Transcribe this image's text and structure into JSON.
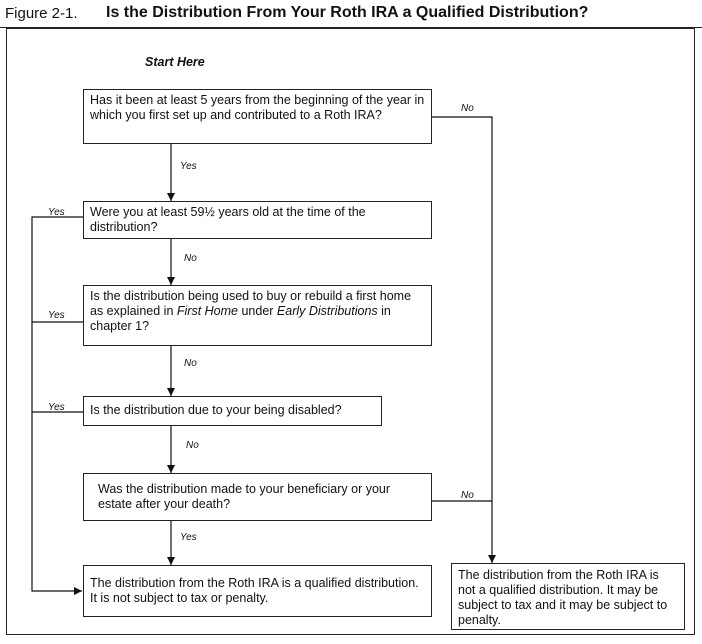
{
  "figure": {
    "label": "Figure 2-1.",
    "title": "Is the Distribution From Your Roth IRA a Qualified Distribution?"
  },
  "start_label": "Start Here",
  "questions": [
    {
      "text": "Has it been at least 5 years from the beginning of the year in which you first set up and contributed to a Roth IRA?"
    },
    {
      "text": "Were you at least 59½ years old at the time of the distribution?"
    },
    {
      "pre": "Is the distribution being used to buy or rebuild a first home as explained in ",
      "em1": "First Home",
      "mid": " under ",
      "em2": "Early Distributions",
      "post": " in chapter 1?"
    },
    {
      "text": "Is the distribution due to your being disabled?"
    },
    {
      "text": "Was the distribution made to your beneficiary or your estate after your death?"
    }
  ],
  "outcomes": {
    "qualified": "The distribution from the Roth IRA is a qualified distribution. It is not subject to tax or penalty.",
    "not_qualified": "The distribution from the Roth IRA is not a qualified distribution. It may be subject to tax and it may be subject to penalty."
  },
  "answers": {
    "yes": "Yes",
    "no": "No"
  }
}
